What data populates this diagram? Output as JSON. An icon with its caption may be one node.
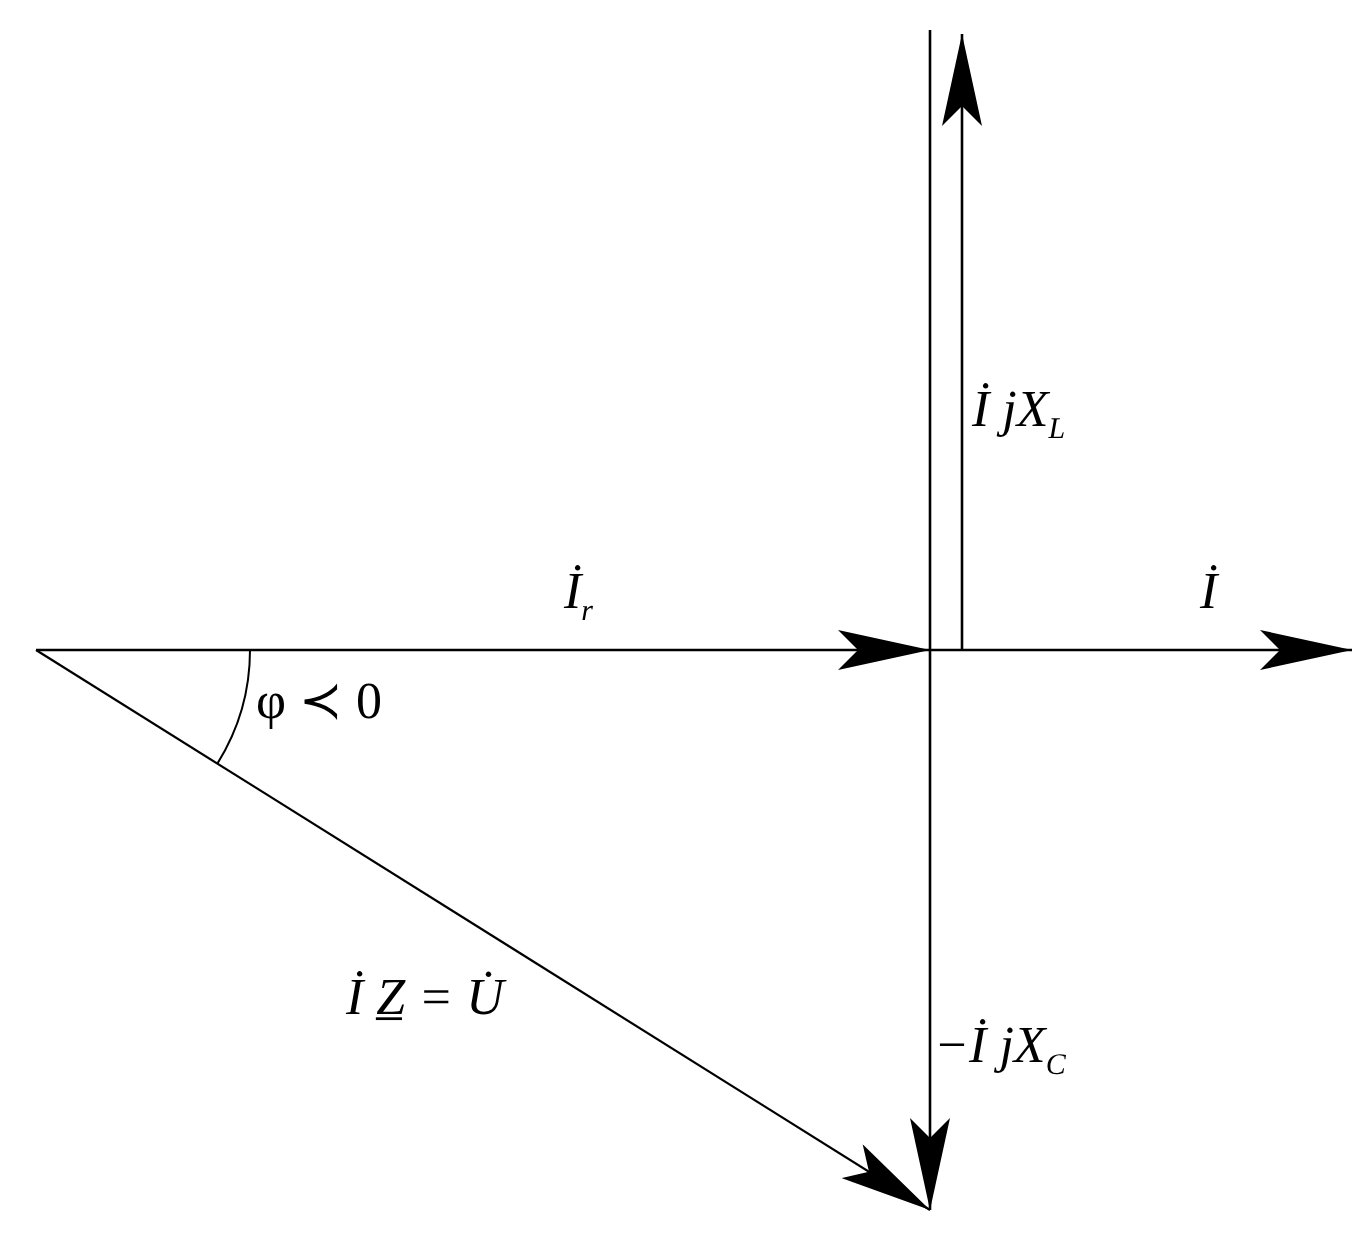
{
  "diagram": {
    "labels": [
      "İ jX$_{L}$",
      "İ$_{r}$",
      "İ",
      "φ ≺ 0",
      "İ Z̲ = U̇",
      "−İ jX$_{C}$"
    ]
  }
}
